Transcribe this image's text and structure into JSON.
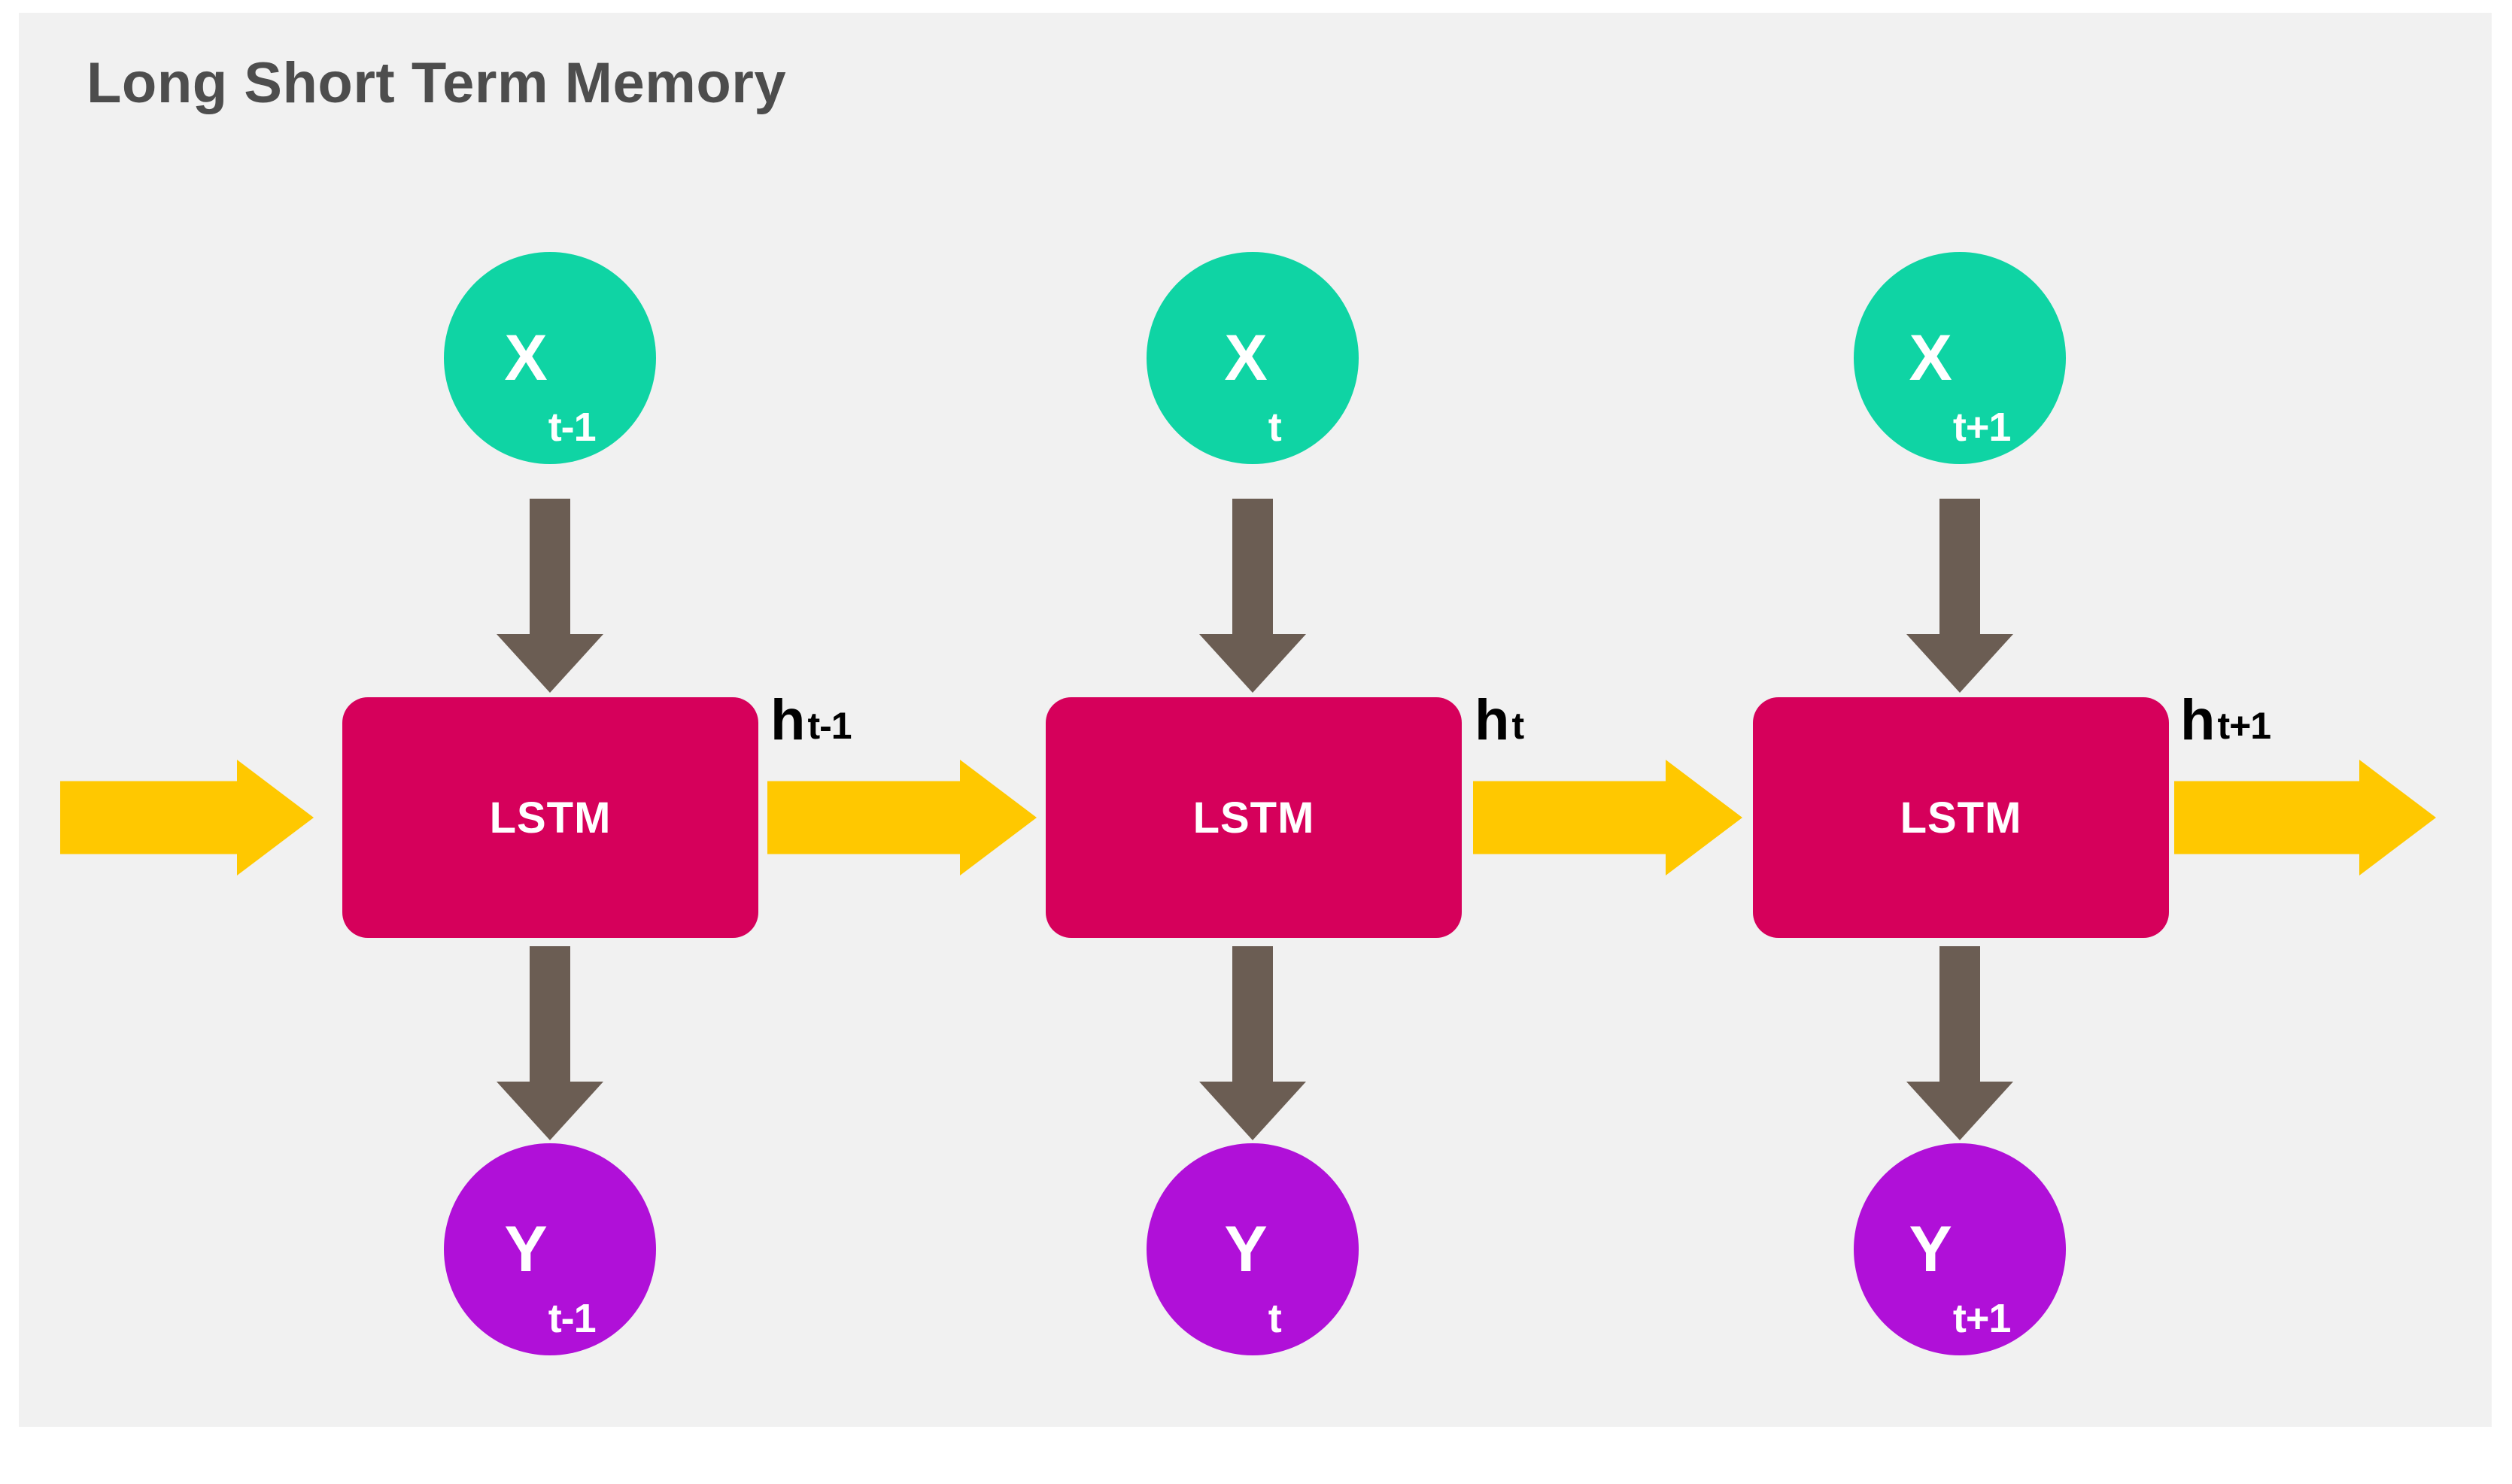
{
  "page": {
    "title": "Long Short Term Memory",
    "background_color": "#ffffff",
    "panel_color": "#f1f1f1",
    "title_color": "#4d4d4d"
  },
  "colors": {
    "input_node": "#0fd4a4",
    "cell_box": "#d6005b",
    "output_node": "#b010d8",
    "hidden_arrow": "#ffc800",
    "io_arrow": "#6b5d53",
    "label_text": "#000000",
    "node_text": "#ffffff"
  },
  "diagram": {
    "type": "lstm-unrolled-chain",
    "timesteps": [
      {
        "id": "t-minus-1",
        "input": {
          "base": "X",
          "sub": "t-1"
        },
        "cell": {
          "label": "LSTM"
        },
        "output": {
          "base": "Y",
          "sub": "t-1"
        },
        "hidden_out": {
          "base": "h",
          "sub": "t-1"
        }
      },
      {
        "id": "t",
        "input": {
          "base": "X",
          "sub": "t"
        },
        "cell": {
          "label": "LSTM"
        },
        "output": {
          "base": "Y",
          "sub": "t"
        },
        "hidden_out": {
          "base": "h",
          "sub": "t"
        }
      },
      {
        "id": "t-plus-1",
        "input": {
          "base": "X",
          "sub": "t+1"
        },
        "cell": {
          "label": "LSTM"
        },
        "output": {
          "base": "Y",
          "sub": "t+1"
        },
        "hidden_out": {
          "base": "h",
          "sub": "t+1"
        }
      }
    ],
    "incoming_hidden_arrow": {
      "label": ""
    }
  }
}
